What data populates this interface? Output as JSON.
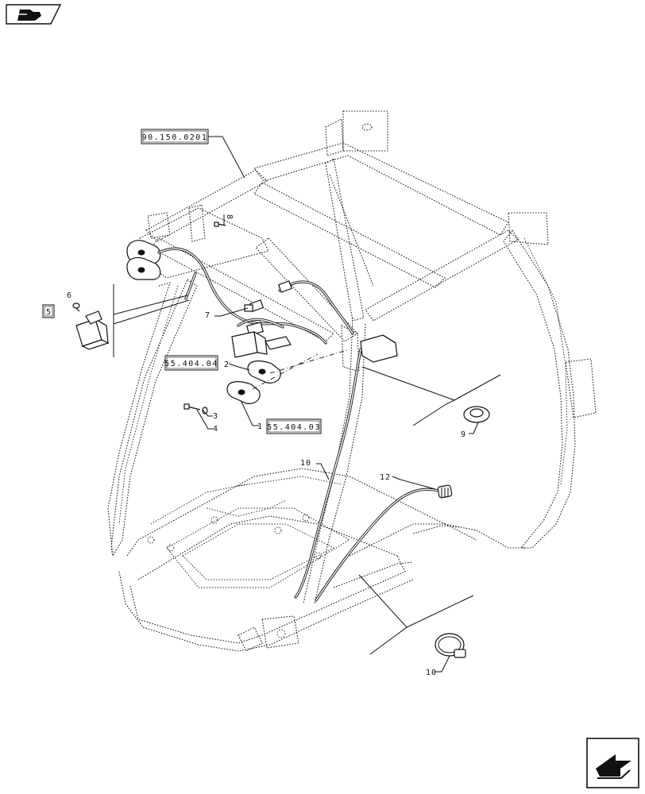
{
  "callouts": [
    {
      "id": "c1",
      "text": "1"
    },
    {
      "id": "c2",
      "text": "2"
    },
    {
      "id": "c3",
      "text": "3"
    },
    {
      "id": "c4",
      "text": "4"
    },
    {
      "id": "c5",
      "text": "5"
    },
    {
      "id": "c6",
      "text": "6"
    },
    {
      "id": "c7",
      "text": "7"
    },
    {
      "id": "c8",
      "text": "8"
    },
    {
      "id": "c9",
      "text": "9"
    },
    {
      "id": "c10a",
      "text": "10"
    },
    {
      "id": "c10b",
      "text": "10"
    },
    {
      "id": "c12",
      "text": "12"
    }
  ],
  "references": {
    "ref_main": "90.150.0201",
    "ref_lamp_rear": "55.404.04",
    "ref_lamp_front": "55.404.03"
  },
  "icons": {
    "top_left": "book-page-icon",
    "bottom_right": "next-page-arrow-icon"
  }
}
